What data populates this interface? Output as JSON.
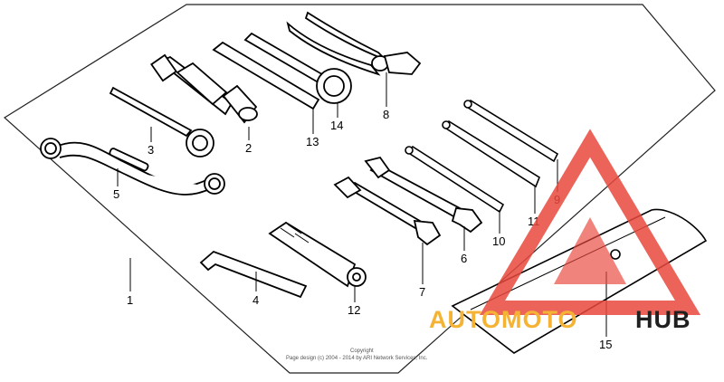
{
  "diagram": {
    "callouts": [
      {
        "id": "1",
        "label": "1"
      },
      {
        "id": "2",
        "label": "2"
      },
      {
        "id": "3",
        "label": "3"
      },
      {
        "id": "4",
        "label": "4"
      },
      {
        "id": "5",
        "label": "5"
      },
      {
        "id": "6",
        "label": "6"
      },
      {
        "id": "7",
        "label": "7"
      },
      {
        "id": "8",
        "label": "8"
      },
      {
        "id": "9",
        "label": "9"
      },
      {
        "id": "10",
        "label": "10"
      },
      {
        "id": "11",
        "label": "11"
      },
      {
        "id": "12",
        "label": "12"
      },
      {
        "id": "13",
        "label": "13"
      },
      {
        "id": "14",
        "label": "14"
      },
      {
        "id": "15",
        "label": "15"
      }
    ]
  },
  "watermark": {
    "part1": "AUTOMOTO",
    "part2": "HUB",
    "colors": {
      "triangle": "#e8483d",
      "auto": "#f5b335",
      "hub": "#202020"
    }
  },
  "copyright": {
    "line1": "Copyright",
    "line2": "Page design (c) 2004 - 2014 by ARI Network Services, Inc."
  }
}
